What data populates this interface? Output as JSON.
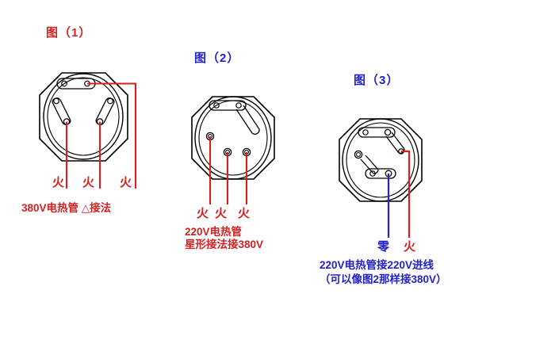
{
  "colors": {
    "red": "#d42020",
    "blue": "#2222c8",
    "outline": "#000000",
    "background": "#ffffff"
  },
  "figures": [
    {
      "id": "figure-1",
      "title": "图（1）",
      "title_color": "#d42020",
      "phase_labels": [
        {
          "text": "火",
          "color": "#d42020"
        },
        {
          "text": "火",
          "color": "#d42020"
        },
        {
          "text": "火",
          "color": "#d42020"
        }
      ],
      "caption_lines": [
        "380V电热管 △接法"
      ],
      "caption_color": "#d42020",
      "connection_type": "delta",
      "terminal_count": 6,
      "link_bar_count": 3
    },
    {
      "id": "figure-2",
      "title": "图（2）",
      "title_color": "#2222c8",
      "phase_labels": [
        {
          "text": "火",
          "color": "#d42020"
        },
        {
          "text": "火",
          "color": "#d42020"
        },
        {
          "text": "火",
          "color": "#d42020"
        }
      ],
      "caption_lines": [
        "220V电热管",
        "星形接法接380V"
      ],
      "caption_color": "#d42020",
      "connection_type": "star",
      "terminal_count": 6,
      "link_bar_count": 2
    },
    {
      "id": "figure-3",
      "title": "图（3）",
      "title_color": "#2222c8",
      "phase_labels": [
        {
          "text": "零",
          "color": "#2222c8"
        },
        {
          "text": "火",
          "color": "#d42020"
        }
      ],
      "caption_lines": [
        "220V电热管接220V进线",
        "（可以像图2那样接380V）"
      ],
      "caption_color": "#2222c8",
      "connection_type": "series",
      "terminal_count": 6,
      "link_bar_count": 3
    }
  ]
}
